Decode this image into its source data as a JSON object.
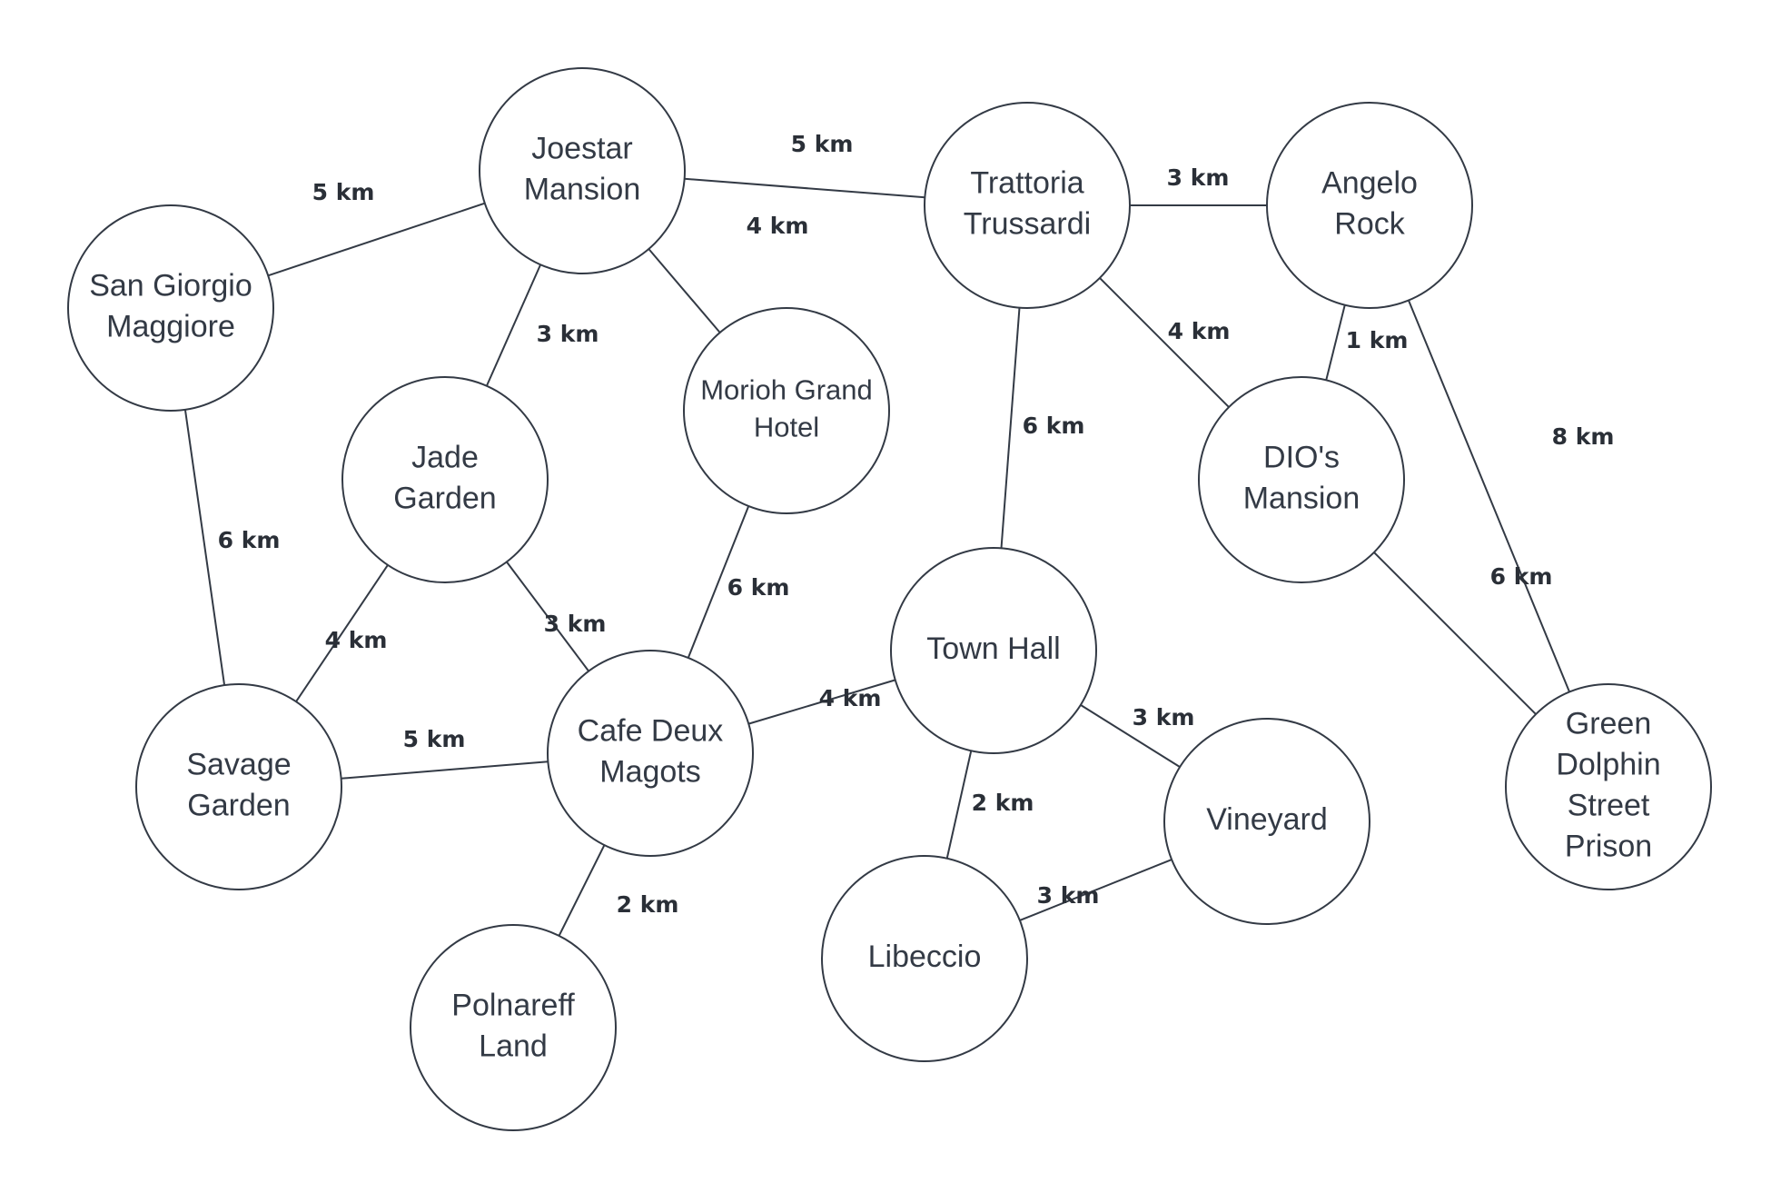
{
  "nodes": [
    {
      "id": "joestar",
      "lines": [
        "Joestar",
        "Mansion"
      ]
    },
    {
      "id": "trattoria",
      "lines": [
        "Trattoria",
        "Trussardi"
      ]
    },
    {
      "id": "angelo",
      "lines": [
        "Angelo",
        "Rock"
      ]
    },
    {
      "id": "sangiorgio",
      "lines": [
        "San Giorgio",
        "Maggiore"
      ]
    },
    {
      "id": "morioh",
      "lines": [
        "Morioh Grand",
        "Hotel"
      ]
    },
    {
      "id": "jade",
      "lines": [
        "Jade",
        "Garden"
      ]
    },
    {
      "id": "dio",
      "lines": [
        "DIO's",
        "Mansion"
      ]
    },
    {
      "id": "townhall",
      "lines": [
        "Town Hall"
      ]
    },
    {
      "id": "savage",
      "lines": [
        "Savage",
        "Garden"
      ]
    },
    {
      "id": "cafe",
      "lines": [
        "Cafe Deux",
        "Magots"
      ]
    },
    {
      "id": "green",
      "lines": [
        "Green",
        "Dolphin",
        "Street",
        "Prison"
      ]
    },
    {
      "id": "vineyard",
      "lines": [
        "Vineyard"
      ]
    },
    {
      "id": "libeccio",
      "lines": [
        "Libeccio"
      ]
    },
    {
      "id": "polnareff",
      "lines": [
        "Polnareff",
        "Land"
      ]
    }
  ],
  "edges": [
    {
      "from": "sangiorgio",
      "to": "joestar",
      "label": "5 km"
    },
    {
      "from": "joestar",
      "to": "trattoria",
      "label": "5 km"
    },
    {
      "from": "joestar",
      "to": "morioh",
      "label": "4 km"
    },
    {
      "from": "joestar",
      "to": "jade",
      "label": "3 km"
    },
    {
      "from": "trattoria",
      "to": "angelo",
      "label": "3 km"
    },
    {
      "from": "trattoria",
      "to": "dio",
      "label": "4 km"
    },
    {
      "from": "trattoria",
      "to": "townhall",
      "label": "6 km"
    },
    {
      "from": "angelo",
      "to": "dio",
      "label": "1 km"
    },
    {
      "from": "angelo",
      "to": "green",
      "label": "8 km"
    },
    {
      "from": "dio",
      "to": "green",
      "label": "6 km"
    },
    {
      "from": "sangiorgio",
      "to": "savage",
      "label": "6 km"
    },
    {
      "from": "jade",
      "to": "savage",
      "label": "4 km"
    },
    {
      "from": "jade",
      "to": "cafe",
      "label": "3 km"
    },
    {
      "from": "morioh",
      "to": "cafe",
      "label": "6 km"
    },
    {
      "from": "savage",
      "to": "cafe",
      "label": "5 km"
    },
    {
      "from": "cafe",
      "to": "townhall",
      "label": "4 km"
    },
    {
      "from": "cafe",
      "to": "polnareff",
      "label": "2 km"
    },
    {
      "from": "townhall",
      "to": "vineyard",
      "label": "3 km"
    },
    {
      "from": "townhall",
      "to": "libeccio",
      "label": "2 km"
    },
    {
      "from": "libeccio",
      "to": "vineyard",
      "label": "3 km"
    }
  ]
}
